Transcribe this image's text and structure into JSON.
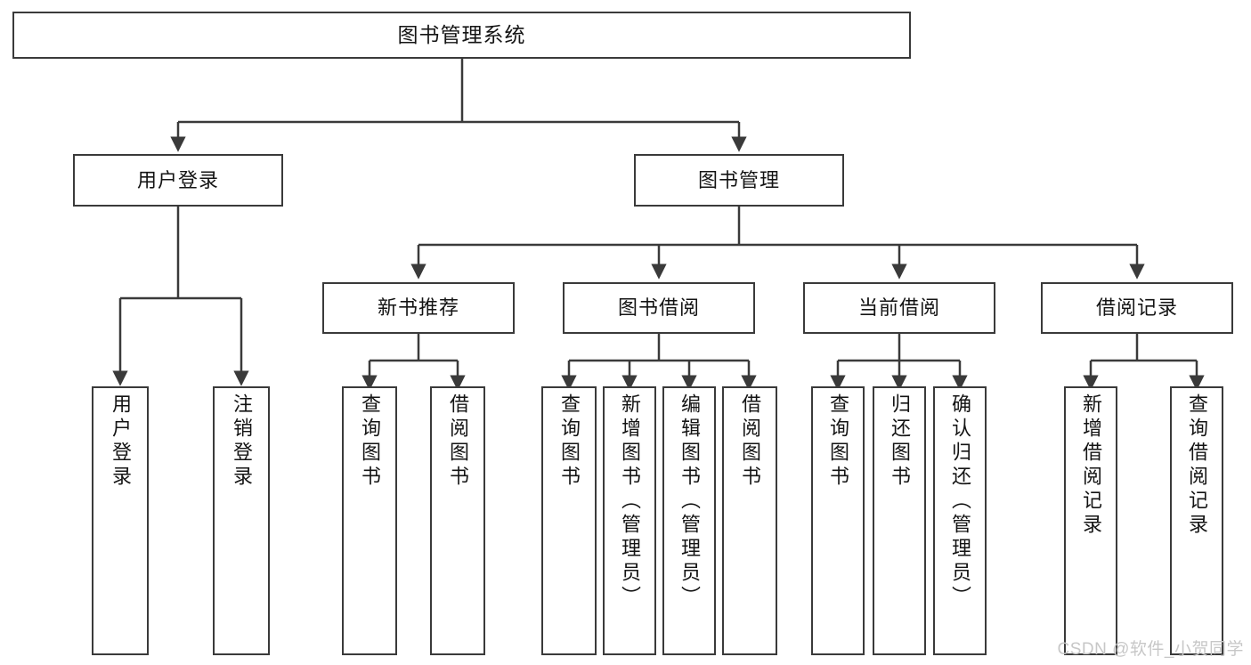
{
  "diagram": {
    "title": "图书管理系统",
    "type": "functional-structure-tree",
    "root": {
      "id": "root",
      "label": "图书管理系统"
    },
    "level2": [
      {
        "id": "user-login",
        "label": "用户登录"
      },
      {
        "id": "book-manage",
        "label": "图书管理"
      }
    ],
    "level3": [
      {
        "id": "new-book-rec",
        "label": "新书推荐",
        "parent": "book-manage"
      },
      {
        "id": "book-borrow",
        "label": "图书借阅",
        "parent": "book-manage"
      },
      {
        "id": "current-borrow",
        "label": "当前借阅",
        "parent": "book-manage"
      },
      {
        "id": "borrow-record",
        "label": "借阅记录",
        "parent": "book-manage"
      }
    ],
    "leaves": [
      {
        "id": "leaf-user-login",
        "label": "用户登录",
        "parent": "user-login"
      },
      {
        "id": "leaf-user-logout",
        "label": "注销登录",
        "parent": "user-login"
      },
      {
        "id": "leaf-rec-query",
        "label": "查询图书",
        "parent": "new-book-rec"
      },
      {
        "id": "leaf-rec-borrow",
        "label": "借阅图书",
        "parent": "new-book-rec"
      },
      {
        "id": "leaf-borrow-query",
        "label": "查询图书",
        "parent": "book-borrow"
      },
      {
        "id": "leaf-borrow-add",
        "label": "新增图书（管理员）",
        "parent": "book-borrow"
      },
      {
        "id": "leaf-borrow-edit",
        "label": "编辑图书（管理员）",
        "parent": "book-borrow"
      },
      {
        "id": "leaf-borrow-do",
        "label": "借阅图书",
        "parent": "book-borrow"
      },
      {
        "id": "leaf-cur-query",
        "label": "查询图书",
        "parent": "current-borrow"
      },
      {
        "id": "leaf-cur-return",
        "label": "归还图书",
        "parent": "current-borrow"
      },
      {
        "id": "leaf-cur-confirm",
        "label": "确认归还（管理员）",
        "parent": "current-borrow"
      },
      {
        "id": "leaf-rec-add",
        "label": "新增借阅记录",
        "parent": "borrow-record"
      },
      {
        "id": "leaf-rec-query2",
        "label": "查询借阅记录",
        "parent": "borrow-record"
      }
    ],
    "watermark": "CSDN @软件_小贺同学",
    "colors": {
      "stroke": "#3a3a3a",
      "fill": "#ffffff",
      "text": "#141414",
      "watermark": "#c7c7c7"
    }
  }
}
